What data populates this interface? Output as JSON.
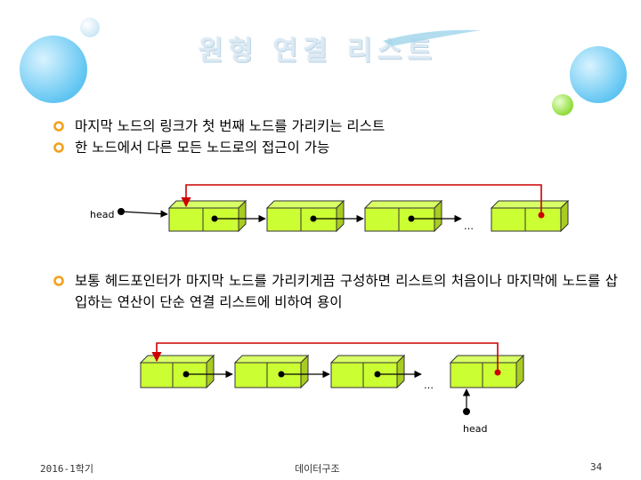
{
  "title": "원형 연결 리스트",
  "bullets": [
    "마지막 노드의 링크가 첫 번째 노드를 가리키는 리스트",
    "한 노드에서 다른 모든 노드로의 접근이 가능"
  ],
  "bullet3": "보통 헤드포인터가 마지막 노드를 가리키게끔 구성하면 리스트의 처음이나 마지막에 노드를 삽입하는 연산이 단순 연결 리스트에 비하여 용이",
  "diagram1": {
    "head_label": "head",
    "ellipsis": "…"
  },
  "diagram2": {
    "head_label": "head",
    "ellipsis": "…"
  },
  "footer": {
    "left": "2016-1학기",
    "center": "데이터구조",
    "page": "34"
  },
  "colors": {
    "node_fill": "#ccff33",
    "node_side": "#a8cc22",
    "arrow_red": "#cc0000",
    "bullet_orange": "#f4a11a"
  }
}
